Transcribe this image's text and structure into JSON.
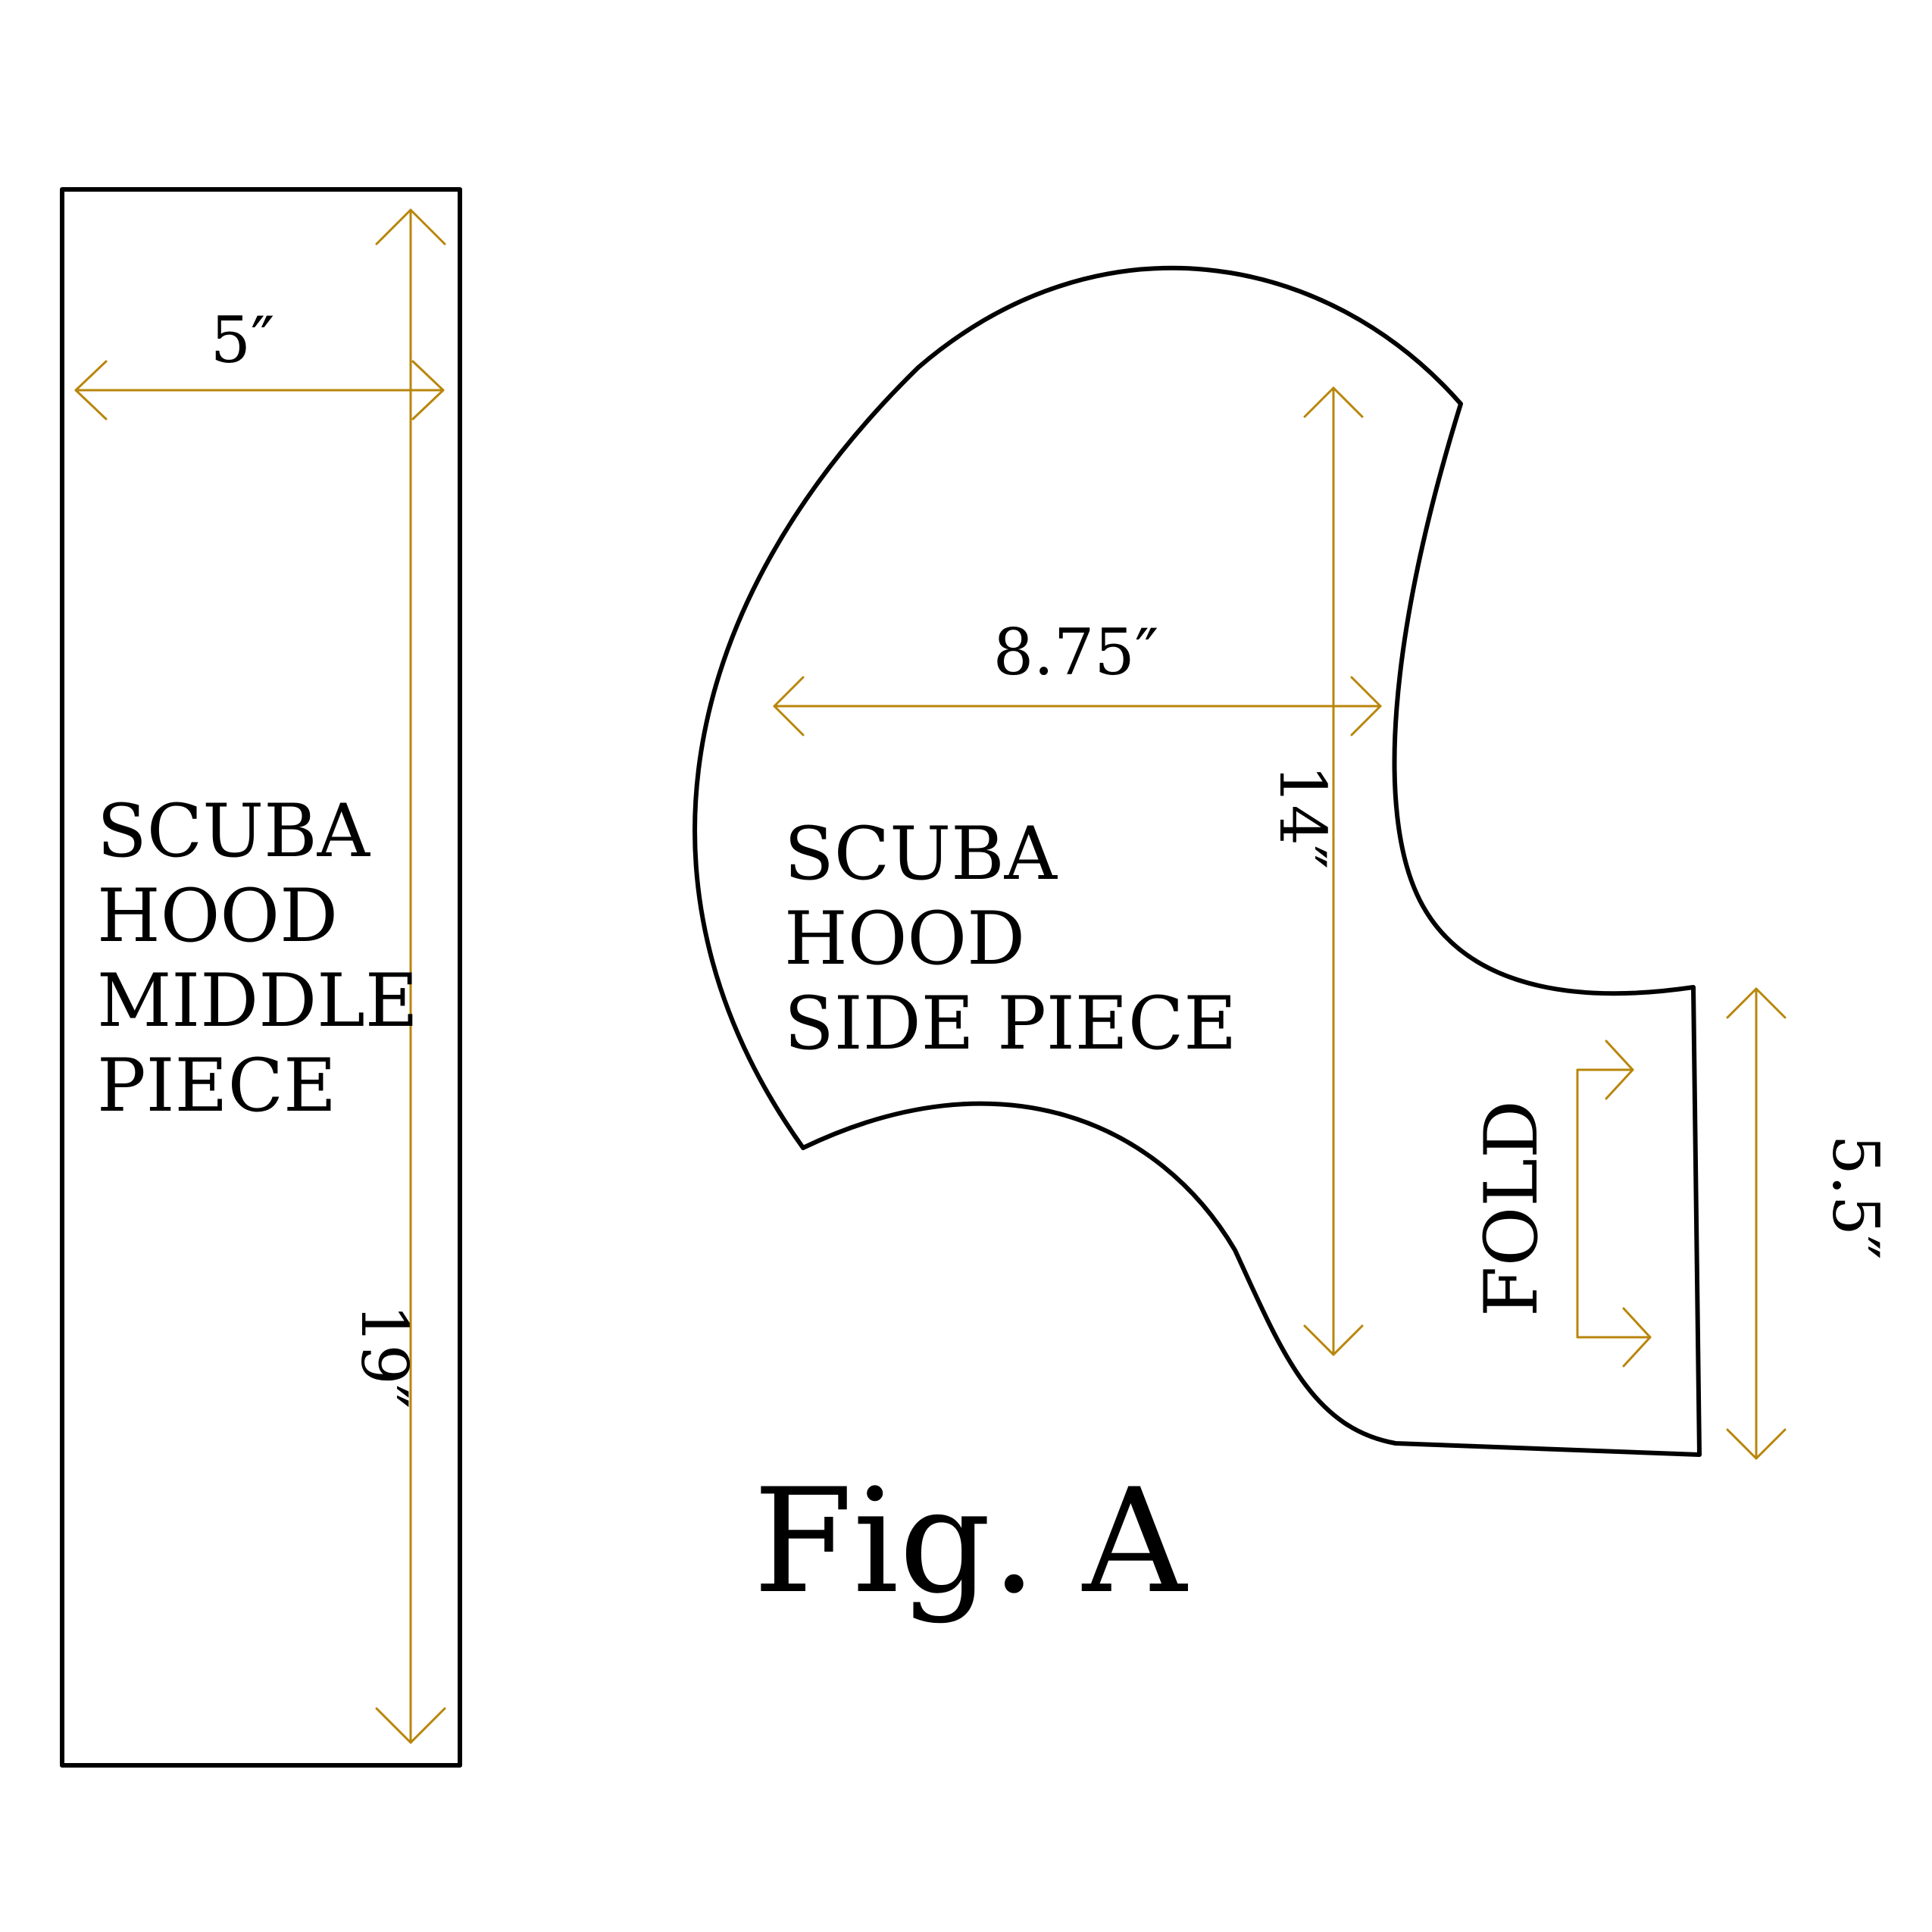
{
  "colors": {
    "outline": "#000000",
    "dimension": "#b8860b",
    "background": "#ffffff"
  },
  "middle_piece": {
    "label_lines": [
      "SCUBA",
      "HOOD",
      "MIDDLE",
      "PIECE"
    ],
    "width_label": "5″",
    "height_label": "19″"
  },
  "side_piece": {
    "label_lines": [
      "SCUBA",
      "HOOD",
      "SIDE PIECE"
    ],
    "width_label": "8.75″",
    "height_label": "14″",
    "fold_label": "FOLD",
    "fold_height_label": "5.5″"
  },
  "figure_title": "Fig. A"
}
